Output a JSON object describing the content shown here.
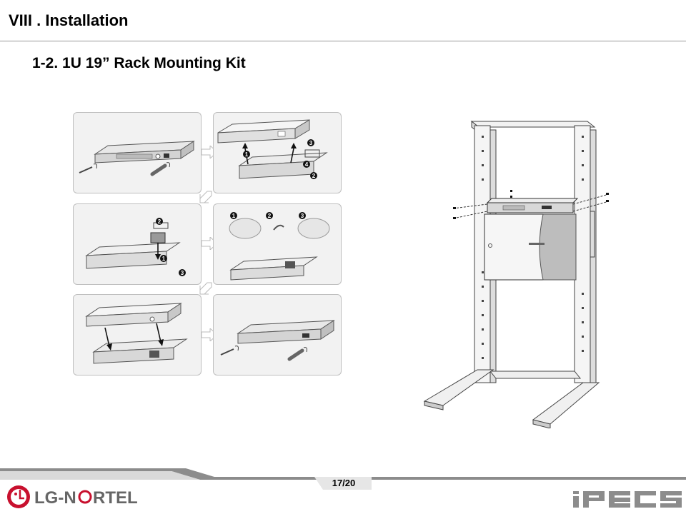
{
  "header": {
    "section_title": "VIII . Installation",
    "subtitle": "1-2. 1U 19” Rack Mounting Kit"
  },
  "steps": {
    "panel2_markers": [
      "1",
      "2",
      "3",
      "4"
    ],
    "panel3_markers": [
      "1",
      "2",
      "3"
    ],
    "panel4_markers": [
      "1",
      "2",
      "3"
    ]
  },
  "footer": {
    "page_number": "17/20",
    "brand_left": "LG-NORTEL",
    "brand_right": "iPECS"
  },
  "colors": {
    "footer_bar": "#7f7f7f",
    "page_tab": "#e6e6e6",
    "logo_red": "#c8102e"
  }
}
